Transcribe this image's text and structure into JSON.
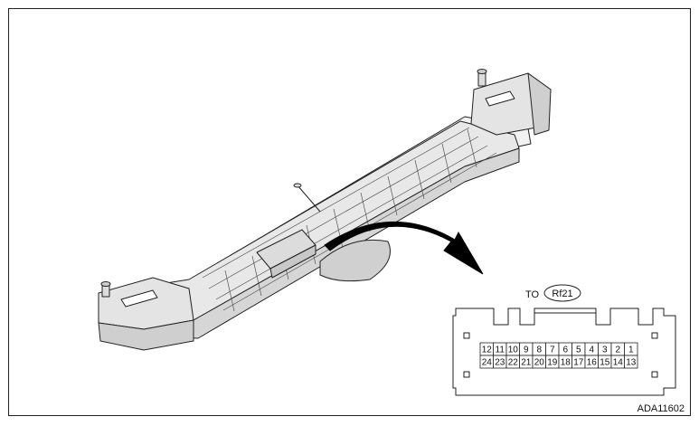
{
  "connector": {
    "to_label": "TO",
    "connector_id": "Rf21",
    "pins_top": [
      "12",
      "11",
      "10",
      "9",
      "8",
      "7",
      "6",
      "5",
      "4",
      "3",
      "2",
      "1"
    ],
    "pins_bottom": [
      "24",
      "23",
      "22",
      "21",
      "20",
      "19",
      "18",
      "17",
      "16",
      "15",
      "14",
      "13"
    ]
  },
  "figure_code": "ADA11602",
  "colors": {
    "line": "#222222",
    "arrow": "#000000",
    "part_fill": "#efefef"
  }
}
